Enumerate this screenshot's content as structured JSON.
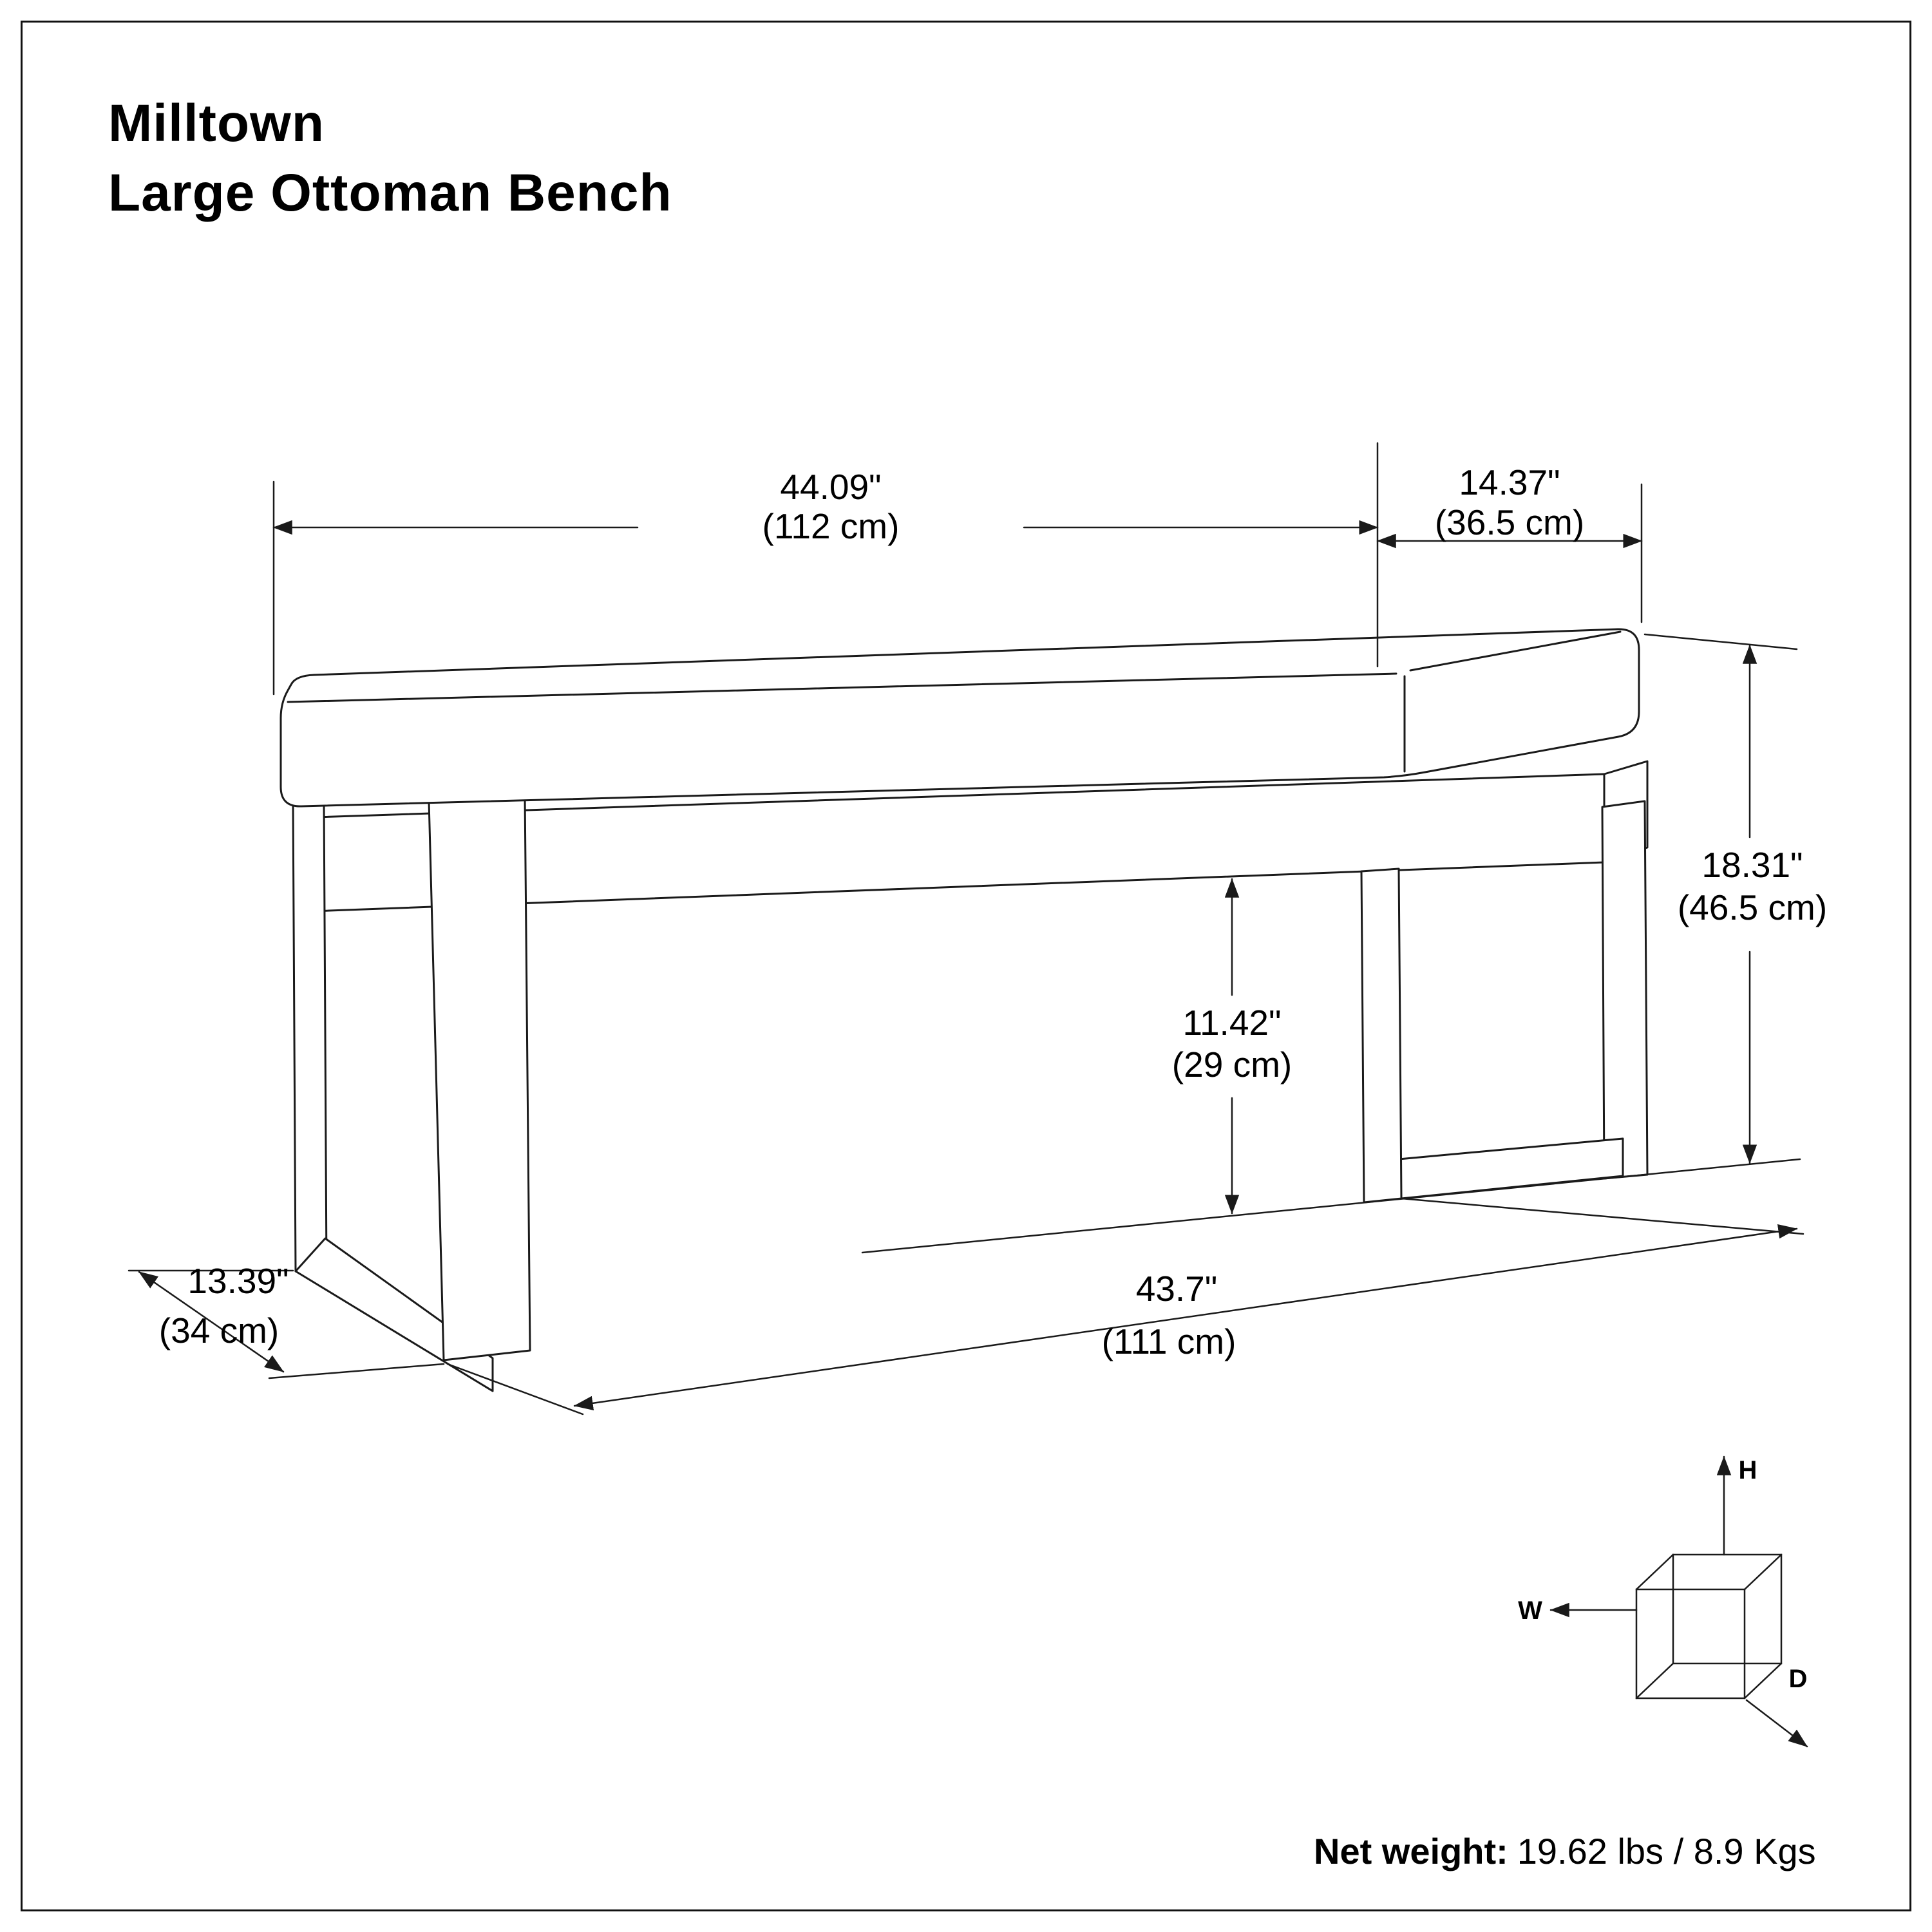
{
  "page": {
    "background": "#ffffff",
    "line_color": "#1a1a1a"
  },
  "title": {
    "line1": "Milltown",
    "line2": "Large Ottoman Bench"
  },
  "dimensions": {
    "seat_width": {
      "inches": "44.09\"",
      "cm": "(112 cm)"
    },
    "seat_depth": {
      "inches": "14.37\"",
      "cm": "(36.5 cm)"
    },
    "overall_height": {
      "inches": "18.31\"",
      "cm": "(46.5 cm)"
    },
    "clearance_height": {
      "inches": "11.42\"",
      "cm": "(29 cm)"
    },
    "leg_depth": {
      "inches": "13.39\"",
      "cm": "(34 cm)"
    },
    "base_width": {
      "inches": "43.7\"",
      "cm": "(111 cm)"
    }
  },
  "axis_indicator": {
    "height": "H",
    "width": "W",
    "depth": "D"
  },
  "net_weight": {
    "label": "Net weight:",
    "value": "19.62 lbs / 8.9 Kgs"
  }
}
